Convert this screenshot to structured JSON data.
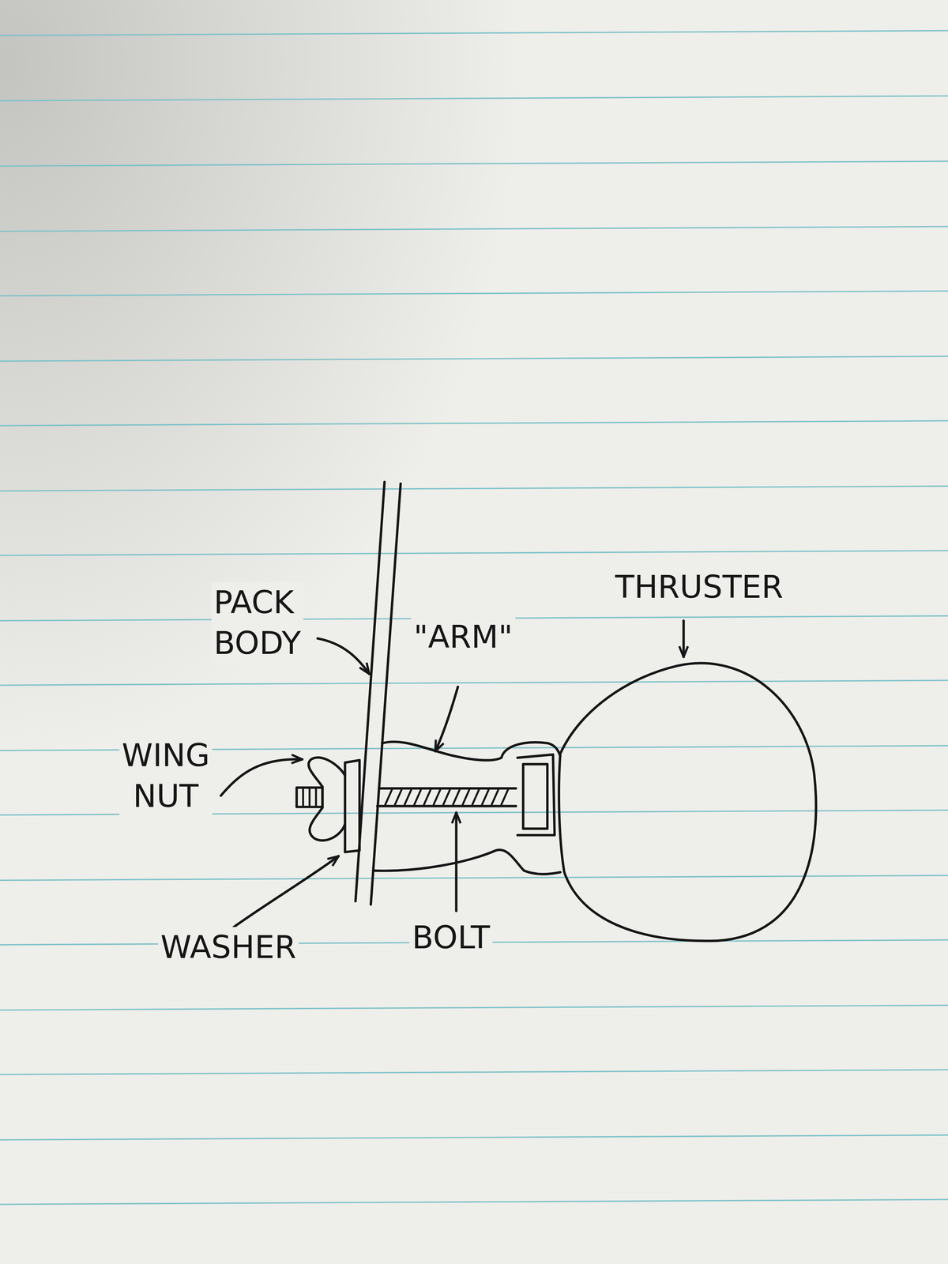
{
  "diagram": {
    "labels": [
      "PACK BODY",
      "\"ARM\"",
      "THRUSTER",
      "WING NUT",
      "WASHER",
      "BOLT"
    ]
  }
}
